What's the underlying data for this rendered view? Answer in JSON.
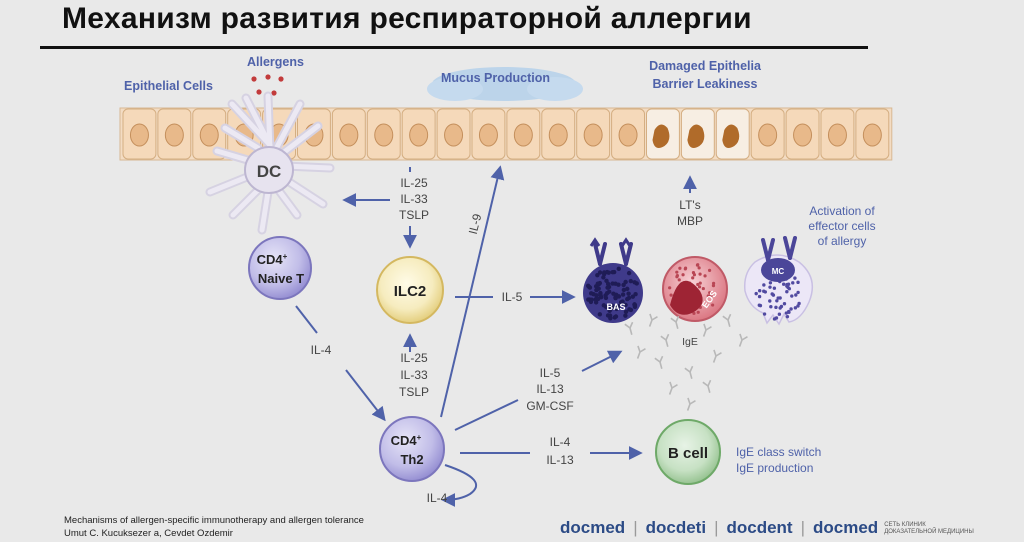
{
  "title": "Механизм развития респираторной аллергии",
  "labels": {
    "epithelial_cells": "Epithelial Cells",
    "allergens": "Allergens",
    "mucus_production": "Mucus Production",
    "damaged_epithelia": [
      "Damaged Epithelia",
      "Barrier Leakiness"
    ],
    "activation": [
      "Activation of",
      "effector cells",
      "of allergy"
    ],
    "ig_switch": [
      "IgE class switch",
      "IgE production"
    ],
    "ige": "IgE"
  },
  "cells": {
    "dc": "DC",
    "cd4_naive": [
      "CD4",
      "+",
      "Naive T"
    ],
    "ilc2": "ILC2",
    "cd4_th2": [
      "CD4",
      "+",
      "Th2"
    ],
    "bas": "BAS",
    "eos": "EOS",
    "mc": "MC",
    "b_cell": "B cell"
  },
  "cytokines": {
    "il25_top": [
      "IL-25",
      "IL-33",
      "TSLP"
    ],
    "il25_mid": [
      "IL-25",
      "IL-33",
      "TSLP"
    ],
    "il9": "IL-9",
    "il5": "IL-5",
    "il4_left": "IL-4",
    "il5_13_gm": [
      "IL-5",
      "IL-13",
      "GM-CSF"
    ],
    "il4_13": [
      "IL-4",
      "IL-13"
    ],
    "il4_loop": "IL-4",
    "lts_mbp": [
      "LT's",
      "MBP"
    ]
  },
  "reference": {
    "line1": "Mechanisms of allergen-specific immunotherapy and allergen tolerance",
    "line2": "Umut C. Kucuksezer a, Cevdet Ozdemir"
  },
  "footer": {
    "logos": [
      "docmed",
      "docdeti",
      "docdent",
      "docmed"
    ],
    "tagline": [
      "СЕТЬ КЛИНИК",
      "ДОКАЗАТЕЛЬНОЙ МЕДИЦИНЫ"
    ]
  }
}
